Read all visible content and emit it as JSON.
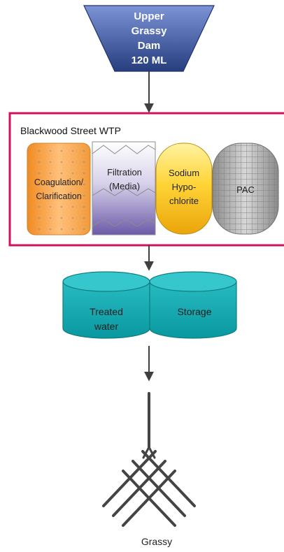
{
  "source": {
    "lines": [
      "Upper",
      "Grassy",
      "Dam",
      "120 ML"
    ]
  },
  "plant": {
    "title": "Blackwood Street WTP",
    "processes": {
      "coagulation": [
        "Coagulation/",
        "Clarification"
      ],
      "filtration": [
        "Filtration",
        "(Media)"
      ],
      "sodium_hypochlorite": [
        "Sodium",
        "Hypo-",
        "chlorite"
      ],
      "pac": [
        "PAC"
      ]
    }
  },
  "storage": {
    "left_lines": [
      "Treated",
      "water"
    ],
    "right_lines": [
      "Storage"
    ]
  },
  "distribution": {
    "label": "Grassy"
  },
  "colors": {
    "source_fill": "#4a62a8",
    "plant_border": "#d0125a",
    "coagulation_fill": "#f6a94f",
    "filtration_fill": "#8a7ab6",
    "hypochlorite_fill": "#f3c21a",
    "pac_fill": "#a7a7a7",
    "storage_fill": "#19aab0",
    "storage_top": "#1ec2c7",
    "arrow": "#3f3f3f"
  }
}
